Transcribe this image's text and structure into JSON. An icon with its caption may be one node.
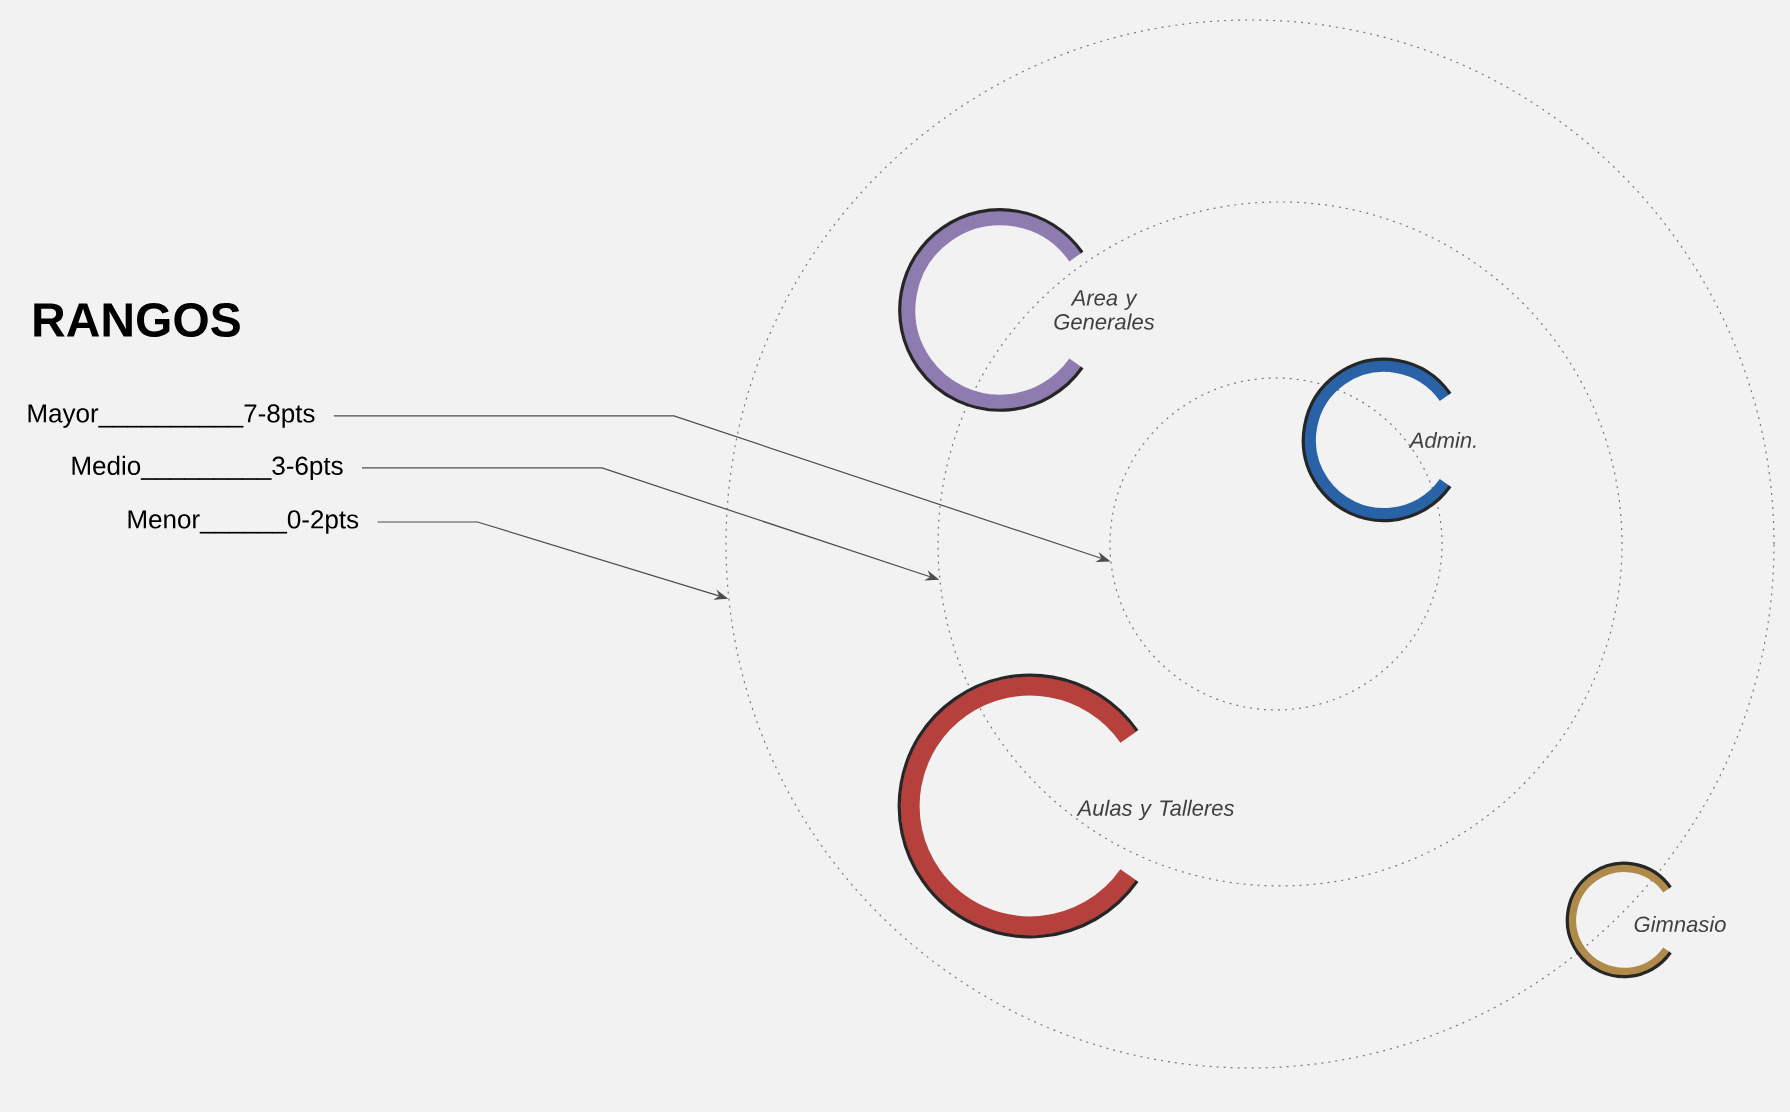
{
  "diagram": {
    "title": "RANGOS",
    "nodes": [
      {
        "text": [
          "Mayor__________7-8pts"
        ]
      },
      {
        "text": [
          "Medio_________3-6pts"
        ]
      },
      {
        "text": [
          "Menor______0-2pts"
        ]
      },
      {
        "text": [],
        "shape": "circle"
      },
      {
        "text": [],
        "shape": "circle",
        "in": 3
      },
      {
        "text": [],
        "shape": "circle",
        "in": 4
      },
      {
        "text": [
          "Area y Generales"
        ],
        "in": 3
      },
      {
        "text": [
          "Admin."
        ],
        "in": 4
      },
      {
        "text": [
          "Aulas y Talleres"
        ],
        "in": 3
      },
      {
        "text": [
          "Gimnasio"
        ]
      }
    ],
    "edges": [
      {
        "from": 0,
        "to": 5,
        "arrow": "to"
      },
      {
        "from": 1,
        "to": 4,
        "arrow": "to"
      },
      {
        "from": 2,
        "to": 3,
        "arrow": "to"
      }
    ]
  }
}
